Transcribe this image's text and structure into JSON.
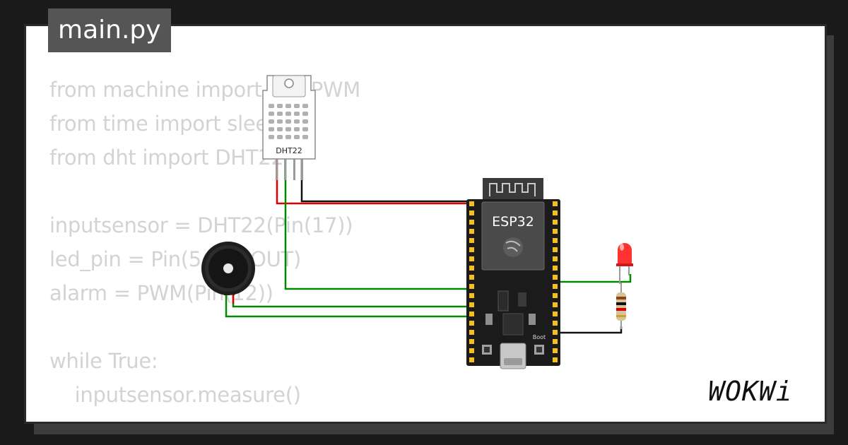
{
  "file_tab": {
    "label": "main.py"
  },
  "code_lines": [
    "from machine import Pin, PWM",
    "from time import sleep",
    "from dht import DHT22",
    "",
    "inputsensor = DHT22(Pin(17))",
    "led_pin = Pin(5, Pin.OUT)",
    "alarm = PWM(Pin(12))",
    "",
    "while True:",
    "    inputsensor.measure()"
  ],
  "components": {
    "dht22": {
      "label": "DHT22"
    },
    "esp32": {
      "label": "ESP32",
      "boot_label": "Boot"
    },
    "buzzer": {},
    "led": {
      "color": "#ff2020"
    },
    "resistor": {}
  },
  "logo": {
    "text": "WOKWi"
  },
  "colors": {
    "wire_red": "#e00000",
    "wire_green": "#008a00",
    "wire_black": "#111111",
    "code_text": "#d3d3d3",
    "board_black": "#1b1b1b",
    "pin_gold": "#f4c020"
  }
}
